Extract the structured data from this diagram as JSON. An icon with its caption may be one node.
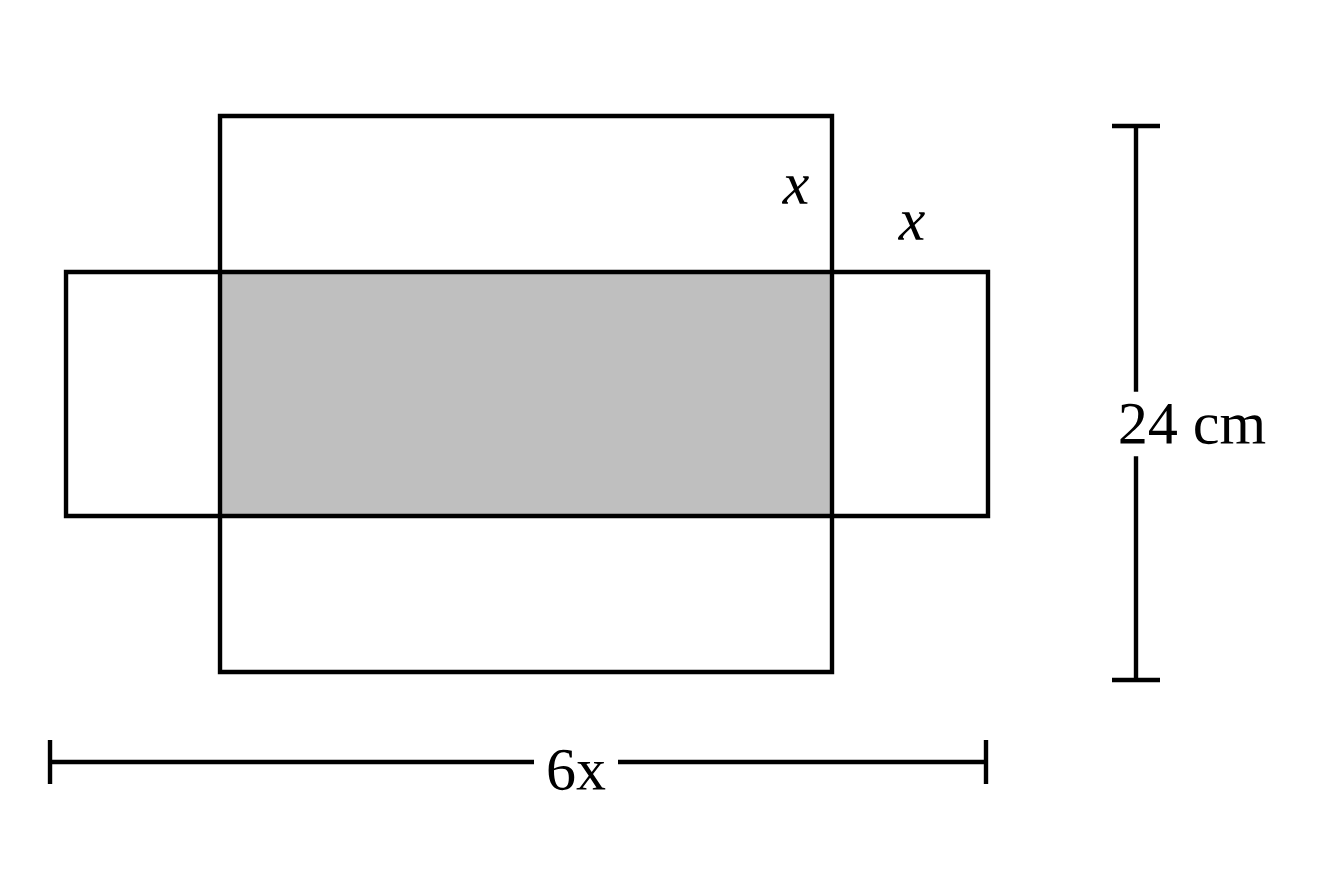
{
  "diagram": {
    "labels": [
      "x",
      "x",
      "24 cm",
      "6x"
    ]
  }
}
